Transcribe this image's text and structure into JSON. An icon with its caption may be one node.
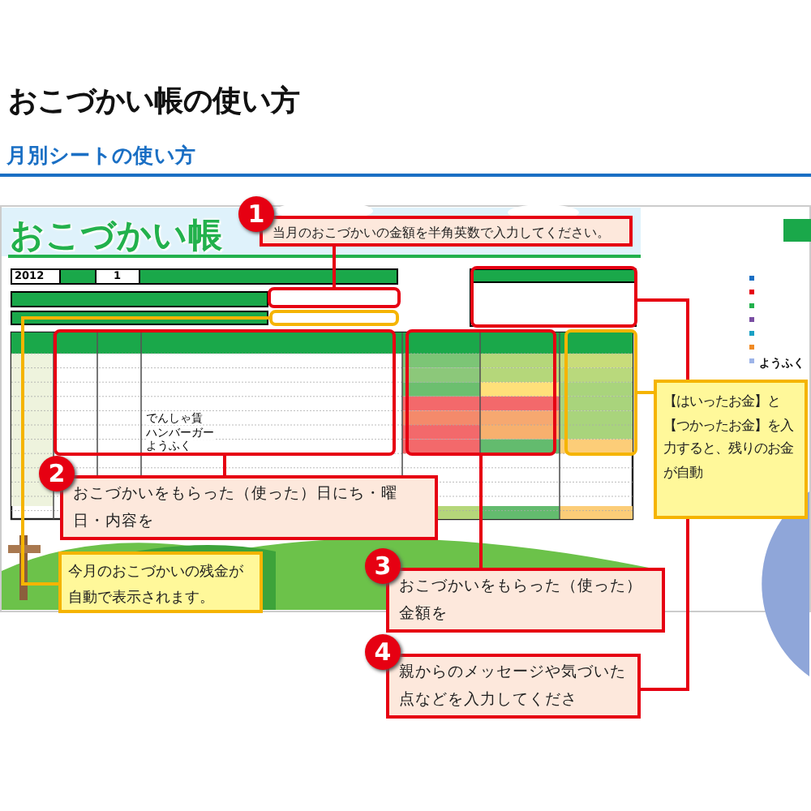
{
  "diagram": {
    "title": "おこづかい帳の使い方",
    "nodes": [
      {
        "text": [
          "1",
          "当月のおこづかいの金額を半角英数で入力してください。"
        ]
      },
      {
        "text": [],
        "shape": "box"
      },
      {
        "text": [
          "2",
          "おこづかいをもらった（使った）日にち・曜日・内容を"
        ]
      },
      {
        "text": [],
        "shape": "box"
      },
      {
        "text": [
          "今月のおこづかいの残金が自動で表示されます。"
        ]
      },
      {
        "text": [],
        "shape": "box"
      },
      {
        "text": [
          "3",
          "おこづかいをもらった（使った）金額を"
        ]
      },
      {
        "text": [],
        "shape": "box"
      },
      {
        "text": [
          "4",
          "親からのメッセージや気づいた点などを入力してくださ"
        ]
      },
      {
        "text": [],
        "shape": "box"
      },
      {
        "text": [
          "【はいったお金】と【つかったお金】を入力すると、残りのお金が自動"
        ]
      },
      {
        "text": [],
        "shape": "box"
      }
    ],
    "edges": [
      {
        "from": 0,
        "to": 1,
        "arrow": "none"
      },
      {
        "from": 2,
        "to": 3,
        "arrow": "none"
      },
      {
        "from": 4,
        "to": 5,
        "arrow": "none",
        "color": "#f5b400"
      },
      {
        "from": 6,
        "to": 7,
        "arrow": "none"
      },
      {
        "from": 8,
        "to": 9,
        "arrow": "none"
      },
      {
        "from": 10,
        "to": 11,
        "arrow": "none",
        "color": "#f5b400"
      }
    ],
    "labels": [
      "月別シートの使い方",
      "おこづかい帳",
      "2012",
      "1",
      "でんしゃ賃",
      "ハンバーガー",
      "ようふく",
      "ようふく"
    ]
  }
}
